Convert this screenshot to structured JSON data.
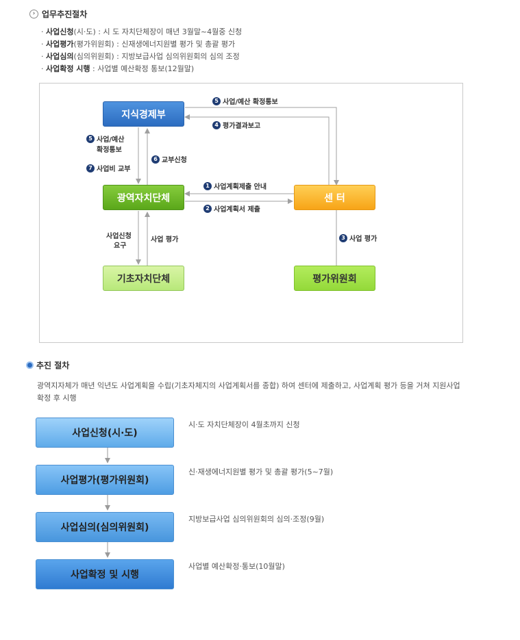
{
  "section1": {
    "title": "업무추진절차",
    "items": [
      {
        "bold": "사업신청",
        "light": "(시·도)",
        "rest": " : 시 도 자치단체장이 매년 3월말~4월중 신청"
      },
      {
        "bold": "사업평가",
        "light": "(평가위원회)",
        "rest": " : 신재생에너지원별 평가 및 총괄 평가"
      },
      {
        "bold": "사업심의",
        "light": "(심의위원회)",
        "rest": " : 지방보급사업 심의위원회의 심의 조정"
      },
      {
        "bold": "사업확정 시행",
        "light": "",
        "rest": " : 사업별 예산확정 통보(12월말)"
      }
    ]
  },
  "diagram": {
    "nodes": {
      "ministry": "지식경제부",
      "metro": "광역자치단체",
      "center": "센 터",
      "local": "기초자치단체",
      "committee": "평가위원회"
    },
    "labels": {
      "l5top_num": "5",
      "l5top": "사업/예산 확정통보",
      "l4_num": "4",
      "l4": "평가결과보고",
      "l5left_num": "5",
      "l5left_a": "사업/예산",
      "l5left_b": "확정통보",
      "l7_num": "7",
      "l7": "사업비 교부",
      "l6_num": "6",
      "l6": "교부신청",
      "l1_num": "1",
      "l1": "사업계획제출 안내",
      "l2_num": "2",
      "l2": "사업계획서 제출",
      "lreq_a": "사업신청",
      "lreq_b": "요구",
      "leval": "사업 평가",
      "l3_num": "3",
      "l3": "사업 평가"
    }
  },
  "section2": {
    "title": "추진 절차",
    "intro": "광역지자체가 매년 익년도 사업계획을 수립(기초자체지의 사업계획서를 종합) 하여 센터에 제출하고, 사업계획 평가 등을 거쳐 지원사업 확정 후 시행",
    "steps": [
      {
        "label": "사업신청(시·도)",
        "desc": "시·도 자치단체장이 4월초까지 신청"
      },
      {
        "label": "사업평가(평가위원회)",
        "desc": "신·재생에너지원별 평가 및 총괄 평가(5~7월)"
      },
      {
        "label": "사업심의(심의위원회)",
        "desc": "지방보급사업 심의위원회의 심의·조정(9월)"
      },
      {
        "label": "사업확정 및 시행",
        "desc": "사업별 예산확정·통보(10월말)"
      }
    ]
  }
}
